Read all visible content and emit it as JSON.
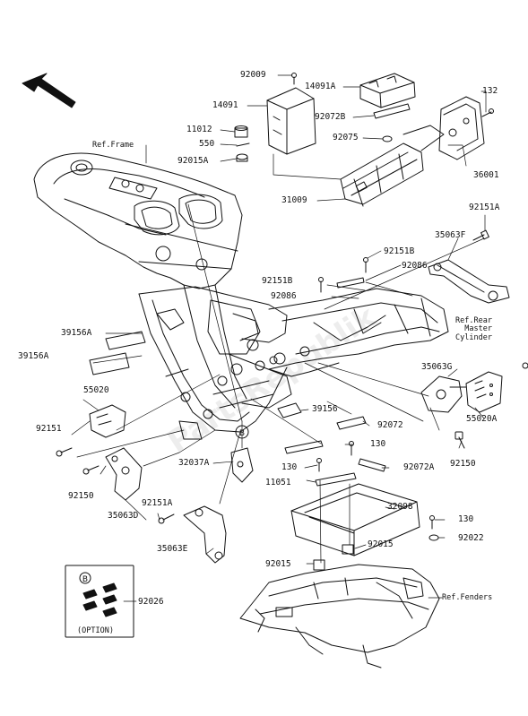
{
  "watermark": "PartsRepublik",
  "refs": {
    "frame": "Ref.Frame",
    "rear_master_cylinder": [
      "Ref.Rear",
      "Master",
      "Cylinder"
    ],
    "fenders": "Ref.Fenders"
  },
  "option": {
    "badge": "B",
    "label": "(OPTION)"
  },
  "marker_badge": "B",
  "parts": {
    "p92009": "92009",
    "p14091": "14091",
    "p14091A": "14091A",
    "p132": "132",
    "p92072B": "92072B",
    "p11012": "11012",
    "p550": "550",
    "p92075": "92075",
    "p92015A": "92015A",
    "p36001": "36001",
    "p31009": "31009",
    "p92151A_top": "92151A",
    "p35063F": "35063F",
    "p92151B_a": "92151B",
    "p92086_a": "92086",
    "p92151B_b": "92151B",
    "p92086_b": "92086",
    "p39156A_a": "39156A",
    "p39156A_b": "39156A",
    "p35063G": "35063G",
    "p55020": "55020",
    "p55020A": "55020A",
    "p39156": "39156",
    "p92072": "92072",
    "p92151": "92151",
    "p130_a": "130",
    "p32037A": "32037A",
    "p130_b": "130",
    "p92072A": "92072A",
    "p92150_a": "92150",
    "p92150_b": "92150",
    "p11051": "11051",
    "p35063D": "35063D",
    "p32098": "32098",
    "p92151A_b": "92151A",
    "p130_c": "130",
    "p35063E": "35063E",
    "p92022": "92022",
    "p92015_a": "92015",
    "p92015_b": "92015",
    "p92026": "92026"
  }
}
